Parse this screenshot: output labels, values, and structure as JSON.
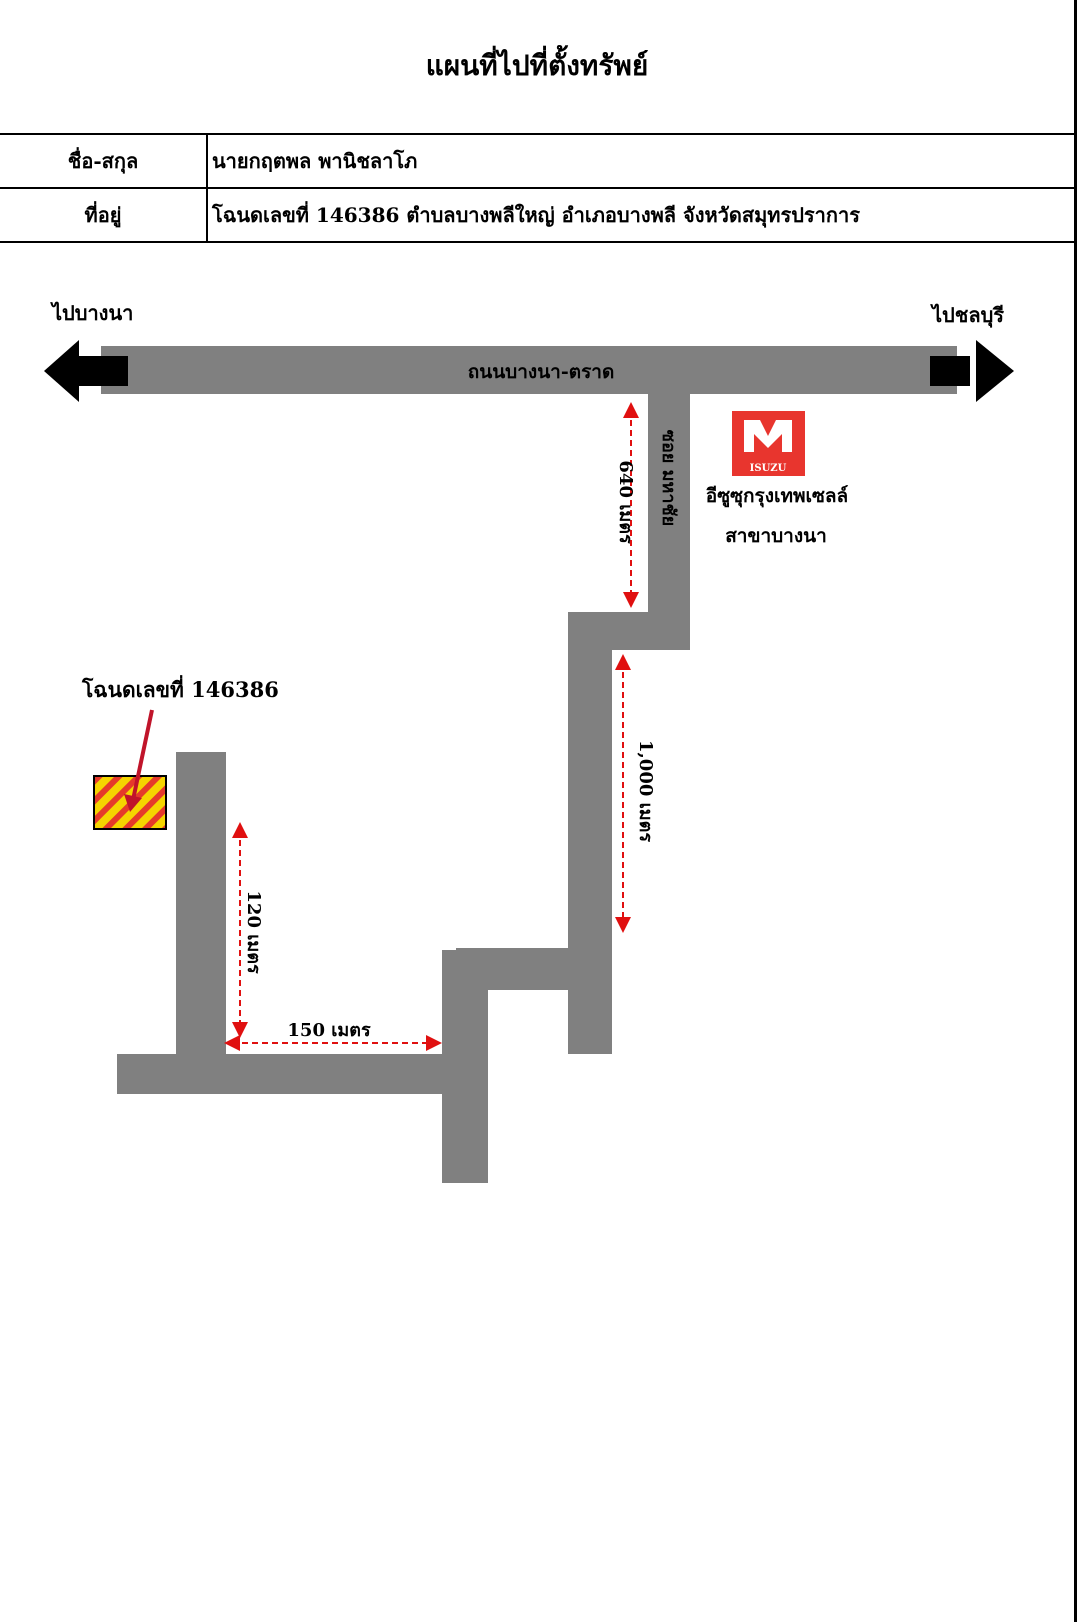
{
  "title": "แผนที่ไปที่ตั้งทรัพย์",
  "table": {
    "name_label": "ชื่อ-สกุล",
    "name_value": "นายกฤตพล พานิชลาโภ",
    "address_label": "ที่อยู่",
    "address_value": "โฉนดเลขที่ 146386 ตำบลบางพลีใหญ่ อำเภอบางพลี จังหวัดสมุทรปราการ"
  },
  "map": {
    "left_direction": "ไปบางนา",
    "right_direction": "ไปชลบุรี",
    "main_road": "ถนนบางนา-ตราด",
    "soi_name": "ซอย มหาชัย",
    "landmark_logo": "ISUZU",
    "landmark_line1": "อีซูซุกรุงเทพเซลล์",
    "landmark_line2": "สาขาบางนา",
    "parcel_label": "โฉนดเลขที่ 146386",
    "dist_640": "640 เมตร",
    "dist_1000": "1,000 เมตร",
    "dist_120": "120 เมตร",
    "dist_150": "150 เมตร"
  },
  "colors": {
    "road": "#808080",
    "arrow": "#000000",
    "distance": "#e01010",
    "logo_red": "#e8352e",
    "parcel_yellow": "#f5d400",
    "parcel_red": "#e53a2b",
    "pointer": "#c0142a"
  }
}
